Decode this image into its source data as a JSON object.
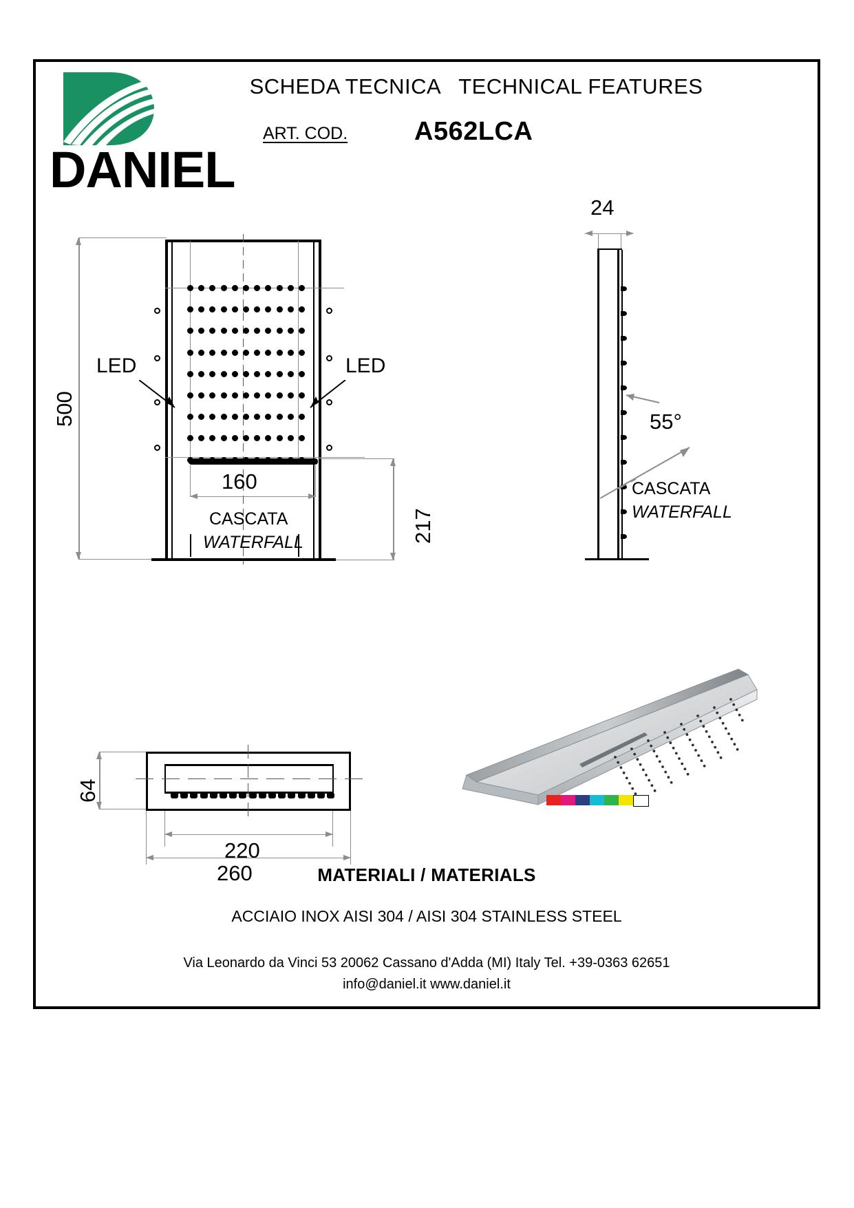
{
  "header": {
    "title": "SCHEDA TECNICA   TECHNICAL FEATURES",
    "art_cod_label": "ART. COD.",
    "art_code": "A562LCA",
    "brand": "DANIEL",
    "brand_color": "#1a9162"
  },
  "front_view": {
    "height_dim": "500",
    "waterfall_width_dim": "160",
    "led_left_label": "LED",
    "led_right_label": "LED",
    "cascata_it": "CASCATA",
    "cascata_en": "WATERFALL",
    "drop_dim": "217"
  },
  "side_view": {
    "thickness_dim": "24",
    "angle_dim": "55°",
    "cascata_it": "CASCATA",
    "cascata_en": "WATERFALL"
  },
  "top_view": {
    "depth_dim": "64",
    "inner_width_dim": "220",
    "outer_width_dim": "260"
  },
  "swatches": {
    "colors": [
      "#e8231f",
      "#e2197f",
      "#2b3f80",
      "#14bcd4",
      "#2fb34a",
      "#f5e400",
      "#ffffff"
    ]
  },
  "materials": {
    "title": "MATERIALI / MATERIALS",
    "body": "ACCIAIO INOX AISI 304 / AISI 304 STAINLESS STEEL"
  },
  "footer": {
    "line1": "Via Leonardo da Vinci 53    20062 Cassano d'Adda (MI) Italy Tel. +39-0363 62651",
    "line2": "info@daniel.it          www.daniel.it"
  }
}
